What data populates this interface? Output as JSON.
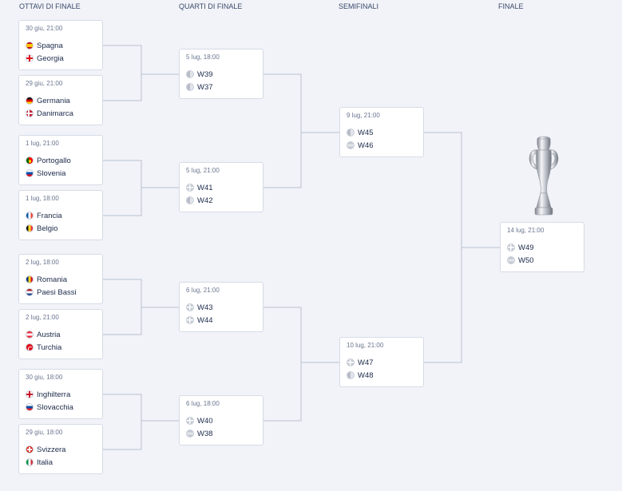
{
  "headers": {
    "r16": "OTTAVI DI FINALE",
    "qf": "QUARTI DI FINALE",
    "sf": "SEMIFINALI",
    "final": "FINALE"
  },
  "r16": [
    {
      "date": "30 giu, 21:00",
      "team1": "Spagna",
      "flag1": "spain-flag",
      "team2": "Georgia",
      "flag2": "georgia-flag"
    },
    {
      "date": "29 giu, 21:00",
      "team1": "Germania",
      "flag1": "germany-flag",
      "team2": "Danimarca",
      "flag2": "denmark-flag"
    },
    {
      "date": "1 lug, 21:00",
      "team1": "Portogallo",
      "flag1": "portugal-flag",
      "team2": "Slovenia",
      "flag2": "slovenia-flag"
    },
    {
      "date": "1 lug, 18:00",
      "team1": "Francia",
      "flag1": "france-flag",
      "team2": "Belgio",
      "flag2": "belgium-flag"
    },
    {
      "date": "2 lug, 18:00",
      "team1": "Romania",
      "flag1": "romania-flag",
      "team2": "Paesi Bassi",
      "flag2": "netherlands-flag"
    },
    {
      "date": "2 lug, 21:00",
      "team1": "Austria",
      "flag1": "austria-flag",
      "team2": "Turchia",
      "flag2": "turkey-flag"
    },
    {
      "date": "30 giu, 18:00",
      "team1": "Inghilterra",
      "flag1": "england-flag",
      "team2": "Slovacchia",
      "flag2": "slovakia-flag"
    },
    {
      "date": "29 giu, 18:00",
      "team1": "Svizzera",
      "flag1": "switzerland-flag",
      "team2": "Italia",
      "flag2": "italy-flag"
    }
  ],
  "qf": [
    {
      "date": "5 lug, 18:00",
      "team1": "W39",
      "team2": "W37"
    },
    {
      "date": "5 lug, 21:00",
      "team1": "W41",
      "team2": "W42"
    },
    {
      "date": "6 lug, 21:00",
      "team1": "W43",
      "team2": "W44"
    },
    {
      "date": "6 lug, 18:00",
      "team1": "W40",
      "team2": "W38"
    }
  ],
  "sf": [
    {
      "date": "9 lug, 21:00",
      "team1": "W45",
      "team2": "W46"
    },
    {
      "date": "10 lug, 21:00",
      "team1": "W47",
      "team2": "W48"
    }
  ],
  "final": {
    "date": "14 lug, 21:00",
    "team1": "W49",
    "team2": "W50"
  },
  "trophy_icon": "trophy-icon",
  "colors": {
    "background": "#f1f3f8",
    "card": "#ffffff",
    "border": "#d6dbe6",
    "connector": "#b9c0cf",
    "text": "#1c2a4a"
  }
}
